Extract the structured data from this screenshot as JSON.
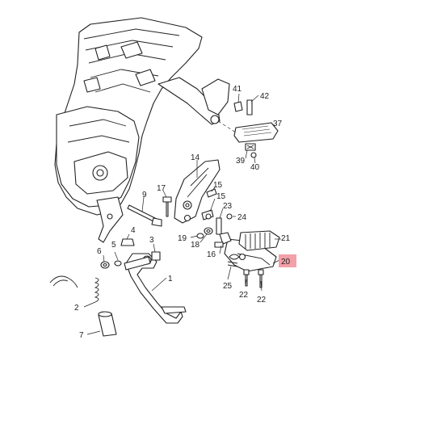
{
  "callouts": [
    {
      "id": "1",
      "label": "1"
    },
    {
      "id": "2",
      "label": "2"
    },
    {
      "id": "3",
      "label": "3"
    },
    {
      "id": "4",
      "label": "4"
    },
    {
      "id": "5",
      "label": "5"
    },
    {
      "id": "6",
      "label": "6"
    },
    {
      "id": "7",
      "label": "7"
    },
    {
      "id": "9",
      "label": "9"
    },
    {
      "id": "14",
      "label": "14"
    },
    {
      "id": "15a",
      "label": "15"
    },
    {
      "id": "15b",
      "label": "15"
    },
    {
      "id": "16",
      "label": "16"
    },
    {
      "id": "17",
      "label": "17"
    },
    {
      "id": "18",
      "label": "18"
    },
    {
      "id": "19",
      "label": "19"
    },
    {
      "id": "20",
      "label": "20",
      "highlighted": true
    },
    {
      "id": "21",
      "label": "21"
    },
    {
      "id": "22a",
      "label": "22"
    },
    {
      "id": "22b",
      "label": "22"
    },
    {
      "id": "23",
      "label": "23"
    },
    {
      "id": "24",
      "label": "24"
    },
    {
      "id": "25",
      "label": "25"
    },
    {
      "id": "37",
      "label": "37"
    },
    {
      "id": "39",
      "label": "39"
    },
    {
      "id": "40",
      "label": "40"
    },
    {
      "id": "41",
      "label": "41"
    },
    {
      "id": "42",
      "label": "42"
    }
  ],
  "colors": {
    "highlight": "#f3a0a8",
    "line": "#222222"
  }
}
